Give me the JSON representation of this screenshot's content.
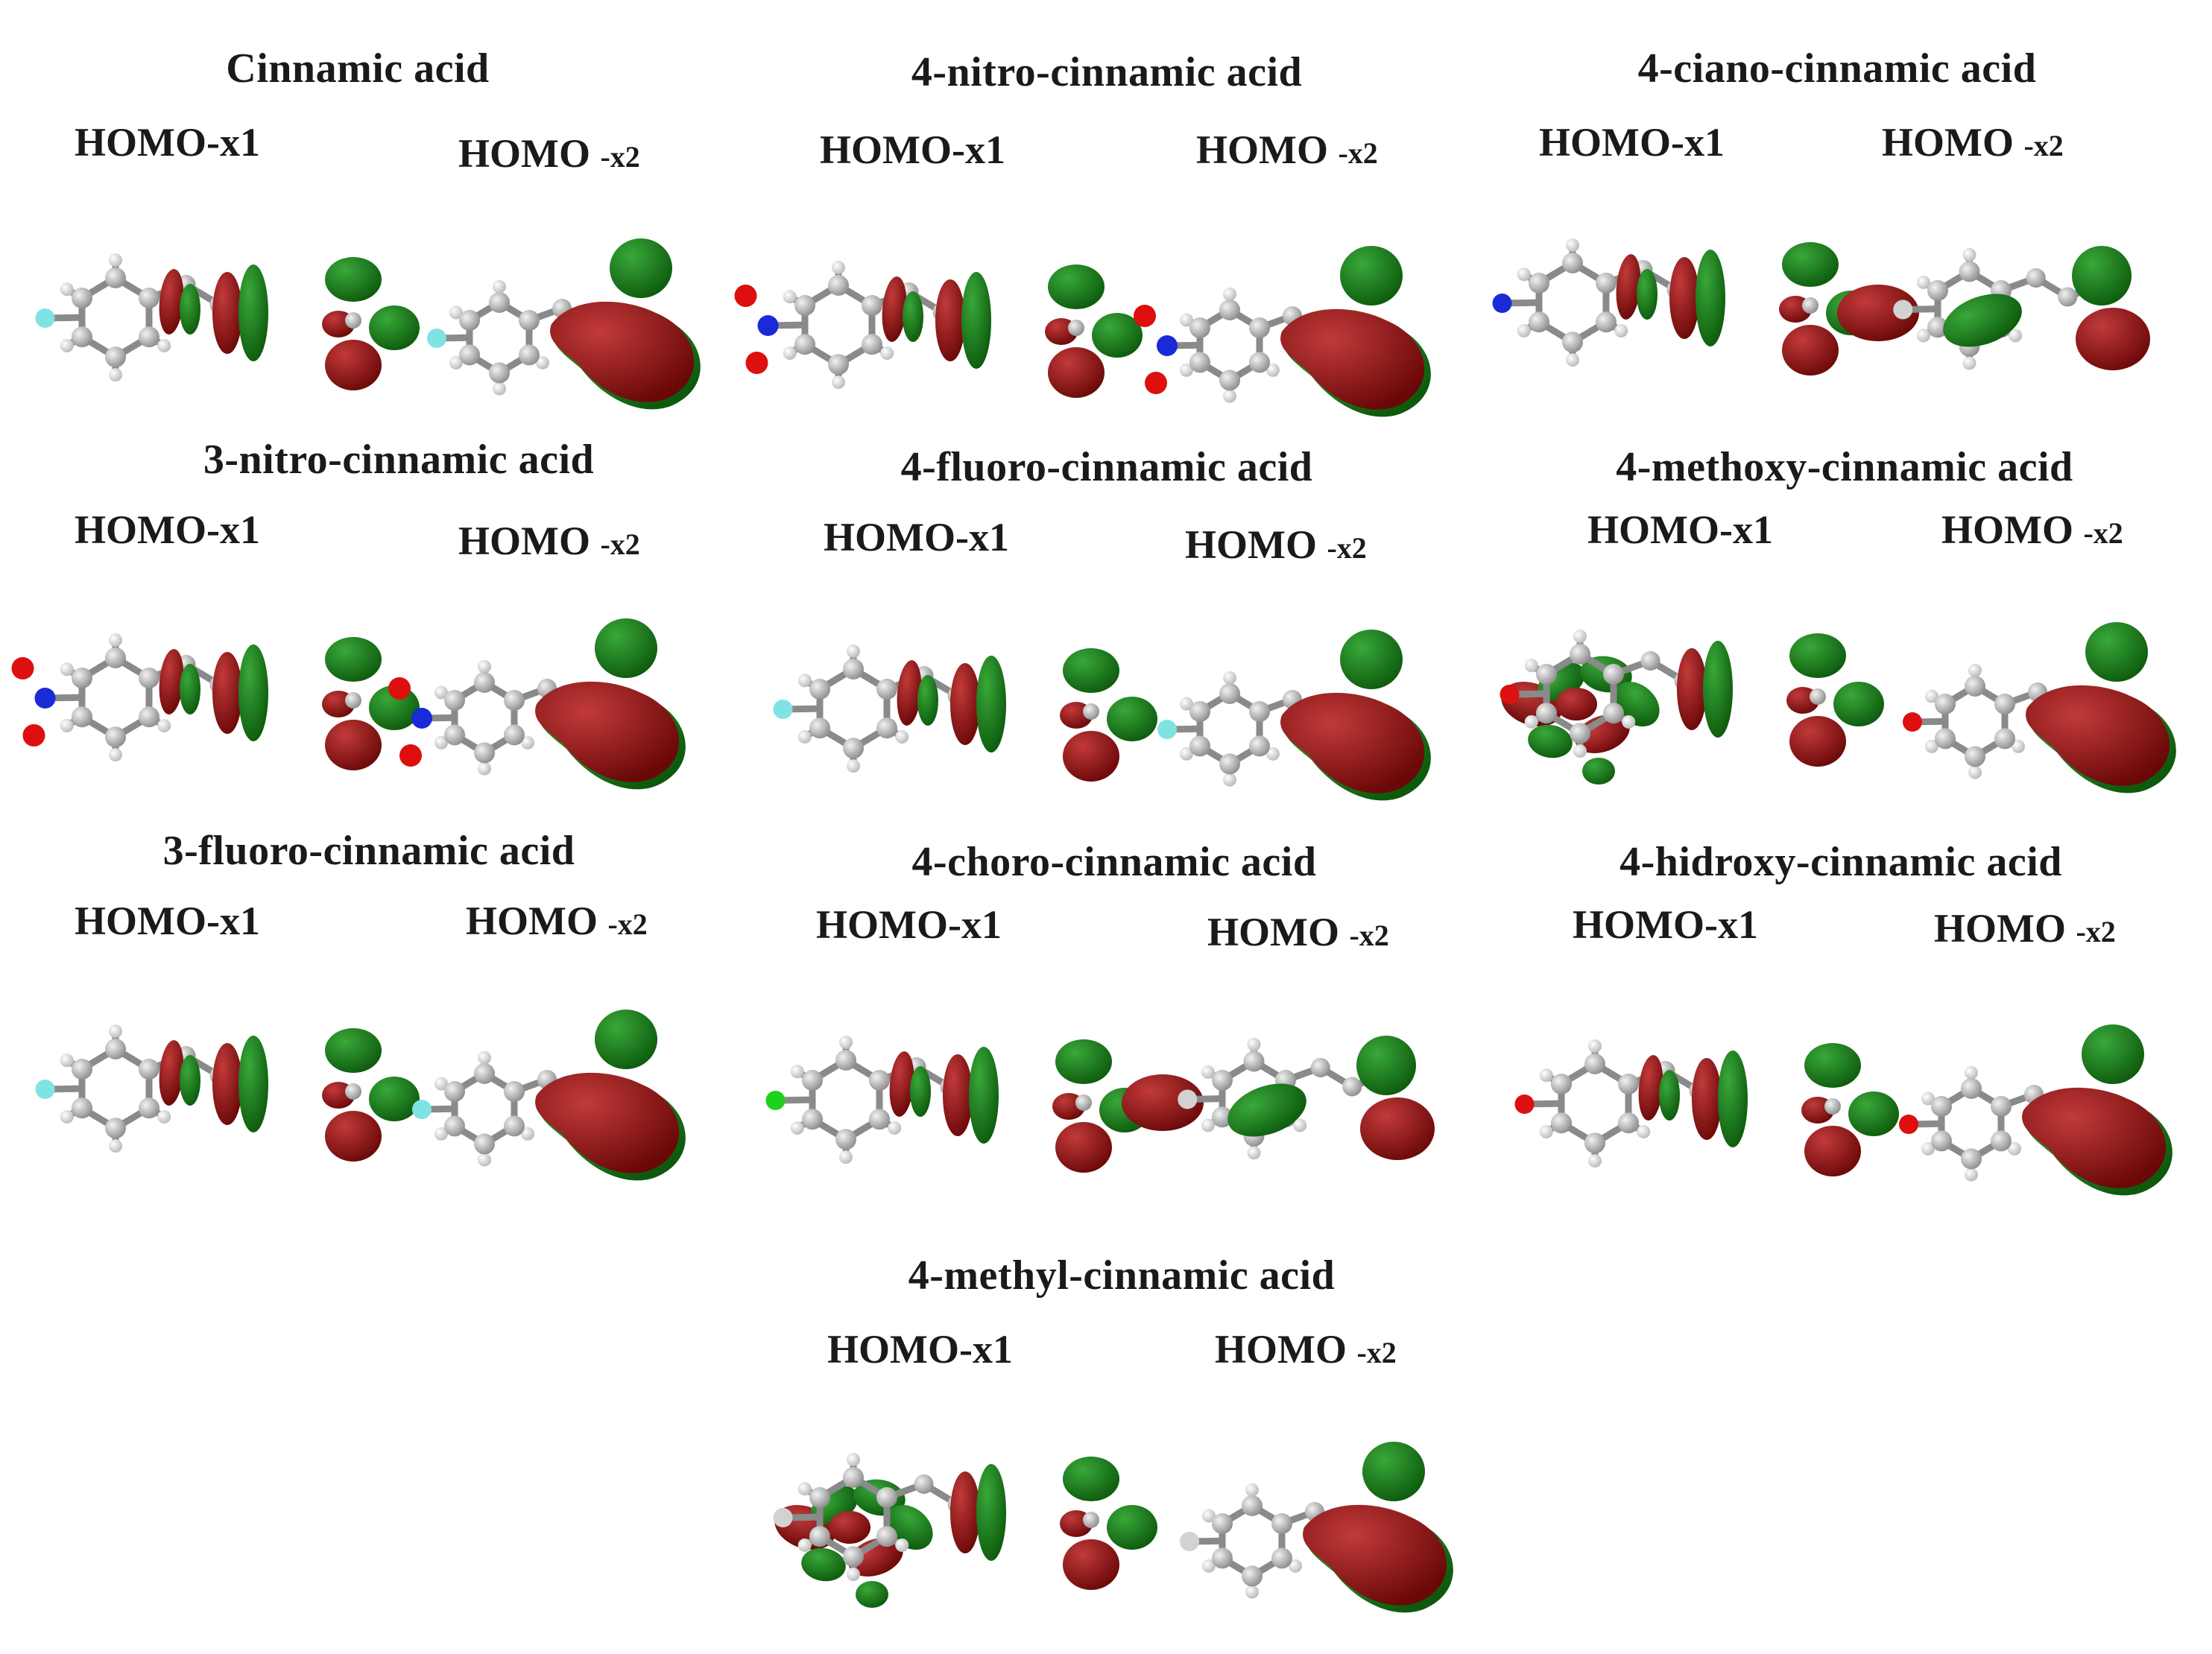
{
  "colors": {
    "lobe_red": "#8b1111",
    "lobe_green": "#187a18",
    "carbon": "#9c9c9c",
    "hydrogen": "#d2d2d2",
    "bond": "#8a8a8a",
    "oxygen": "#dd0f0f",
    "nitrogen": "#1a2ad6",
    "fluorine": "#7fe3e3",
    "chlorine": "#1fd01f"
  },
  "orbital_labels": {
    "a_main": "HOMO",
    "a_suffix": "-x1",
    "b_main": "HOMO ",
    "b_suffix": "-x2"
  },
  "panels": [
    {
      "title": "Cinnamic acid",
      "substituent": "fluorine",
      "a_style": "x1",
      "b_style": "x2"
    },
    {
      "title": "4-nitro-cinnamic acid",
      "substituent": "nitro",
      "a_style": "x1",
      "b_style": "x2"
    },
    {
      "title": "4-ciano-cinnamic acid",
      "substituent": "nitrogen",
      "a_style": "x1",
      "b_style": "delocal"
    },
    {
      "title": "3-nitro-cinnamic acid",
      "substituent": "nitro",
      "a_style": "x1",
      "b_style": "x2"
    },
    {
      "title": "4-fluoro-cinnamic acid",
      "substituent": "fluorine",
      "a_style": "x1",
      "b_style": "x2"
    },
    {
      "title": "4-methoxy-cinnamic acid",
      "substituent": "oxygen",
      "a_style": "ring",
      "b_style": "x2"
    },
    {
      "title": "3-fluoro-cinnamic acid",
      "substituent": "fluorine",
      "a_style": "x1",
      "b_style": "x2"
    },
    {
      "title": "4-choro-cinnamic acid",
      "substituent": "chlorine",
      "a_style": "x1",
      "b_style": "delocal"
    },
    {
      "title": "4-hidroxy-cinnamic acid",
      "substituent": "oxygen",
      "a_style": "x1",
      "b_style": "x2"
    },
    {
      "title": "4-methyl-cinnamic acid",
      "substituent": "hydrogen",
      "a_style": "ring",
      "b_style": "x2"
    }
  ]
}
